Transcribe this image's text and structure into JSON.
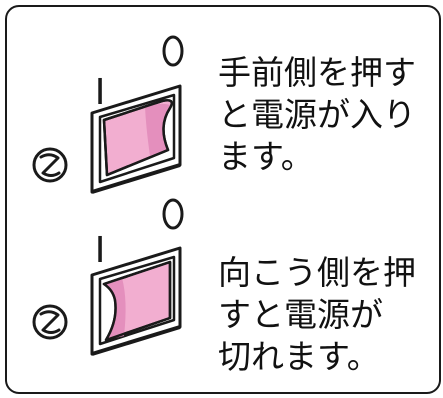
{
  "switch_on": {
    "on_mark": "I",
    "off_mark": "O",
    "caption_lines": [
      "手前側を押す",
      "と電源が入り",
      "ます。"
    ]
  },
  "switch_off": {
    "on_mark": "I",
    "off_mark": "O",
    "caption_lines": [
      "向こう側を押",
      "すと電源が",
      "切れます。"
    ]
  },
  "colors": {
    "rocker_fill": "#f2aed0",
    "rocker_shade": "#e48fbd",
    "outline": "#1a1a1a"
  },
  "icons": [
    "power-symbol-icon",
    "rocker-switch-icon"
  ]
}
